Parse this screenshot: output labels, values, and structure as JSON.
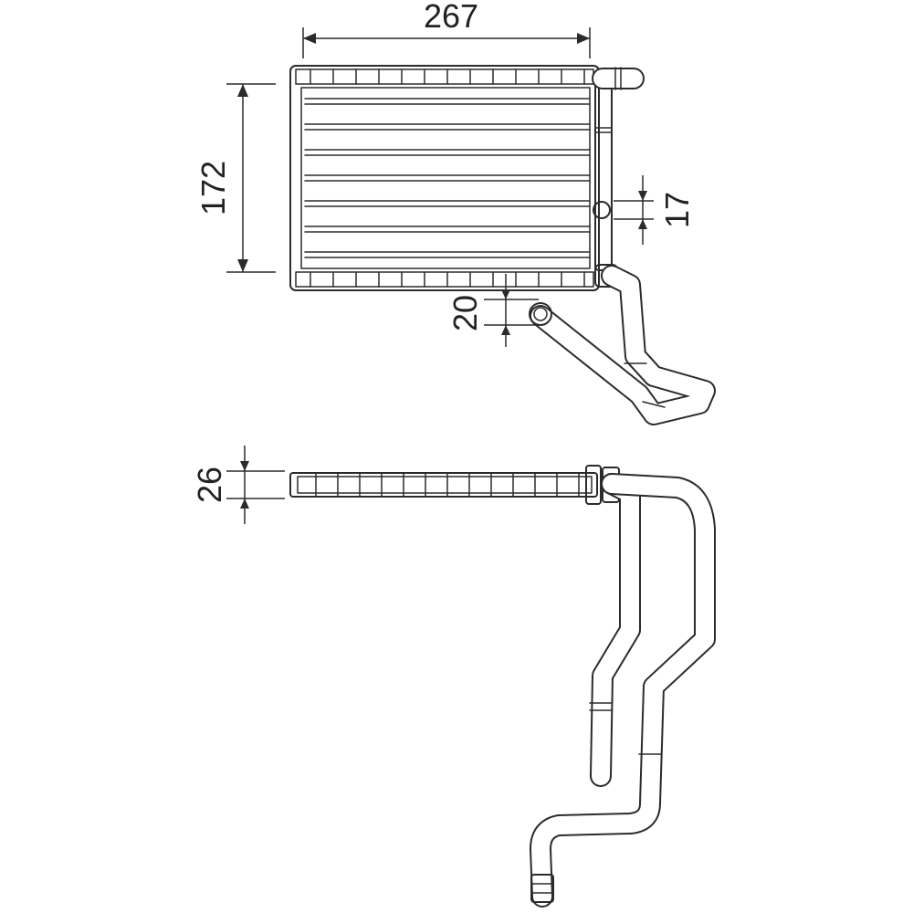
{
  "dimensions": {
    "width": "267",
    "height": "172",
    "pipe_offset": "17",
    "outlet_offset": "20",
    "depth": "26"
  }
}
